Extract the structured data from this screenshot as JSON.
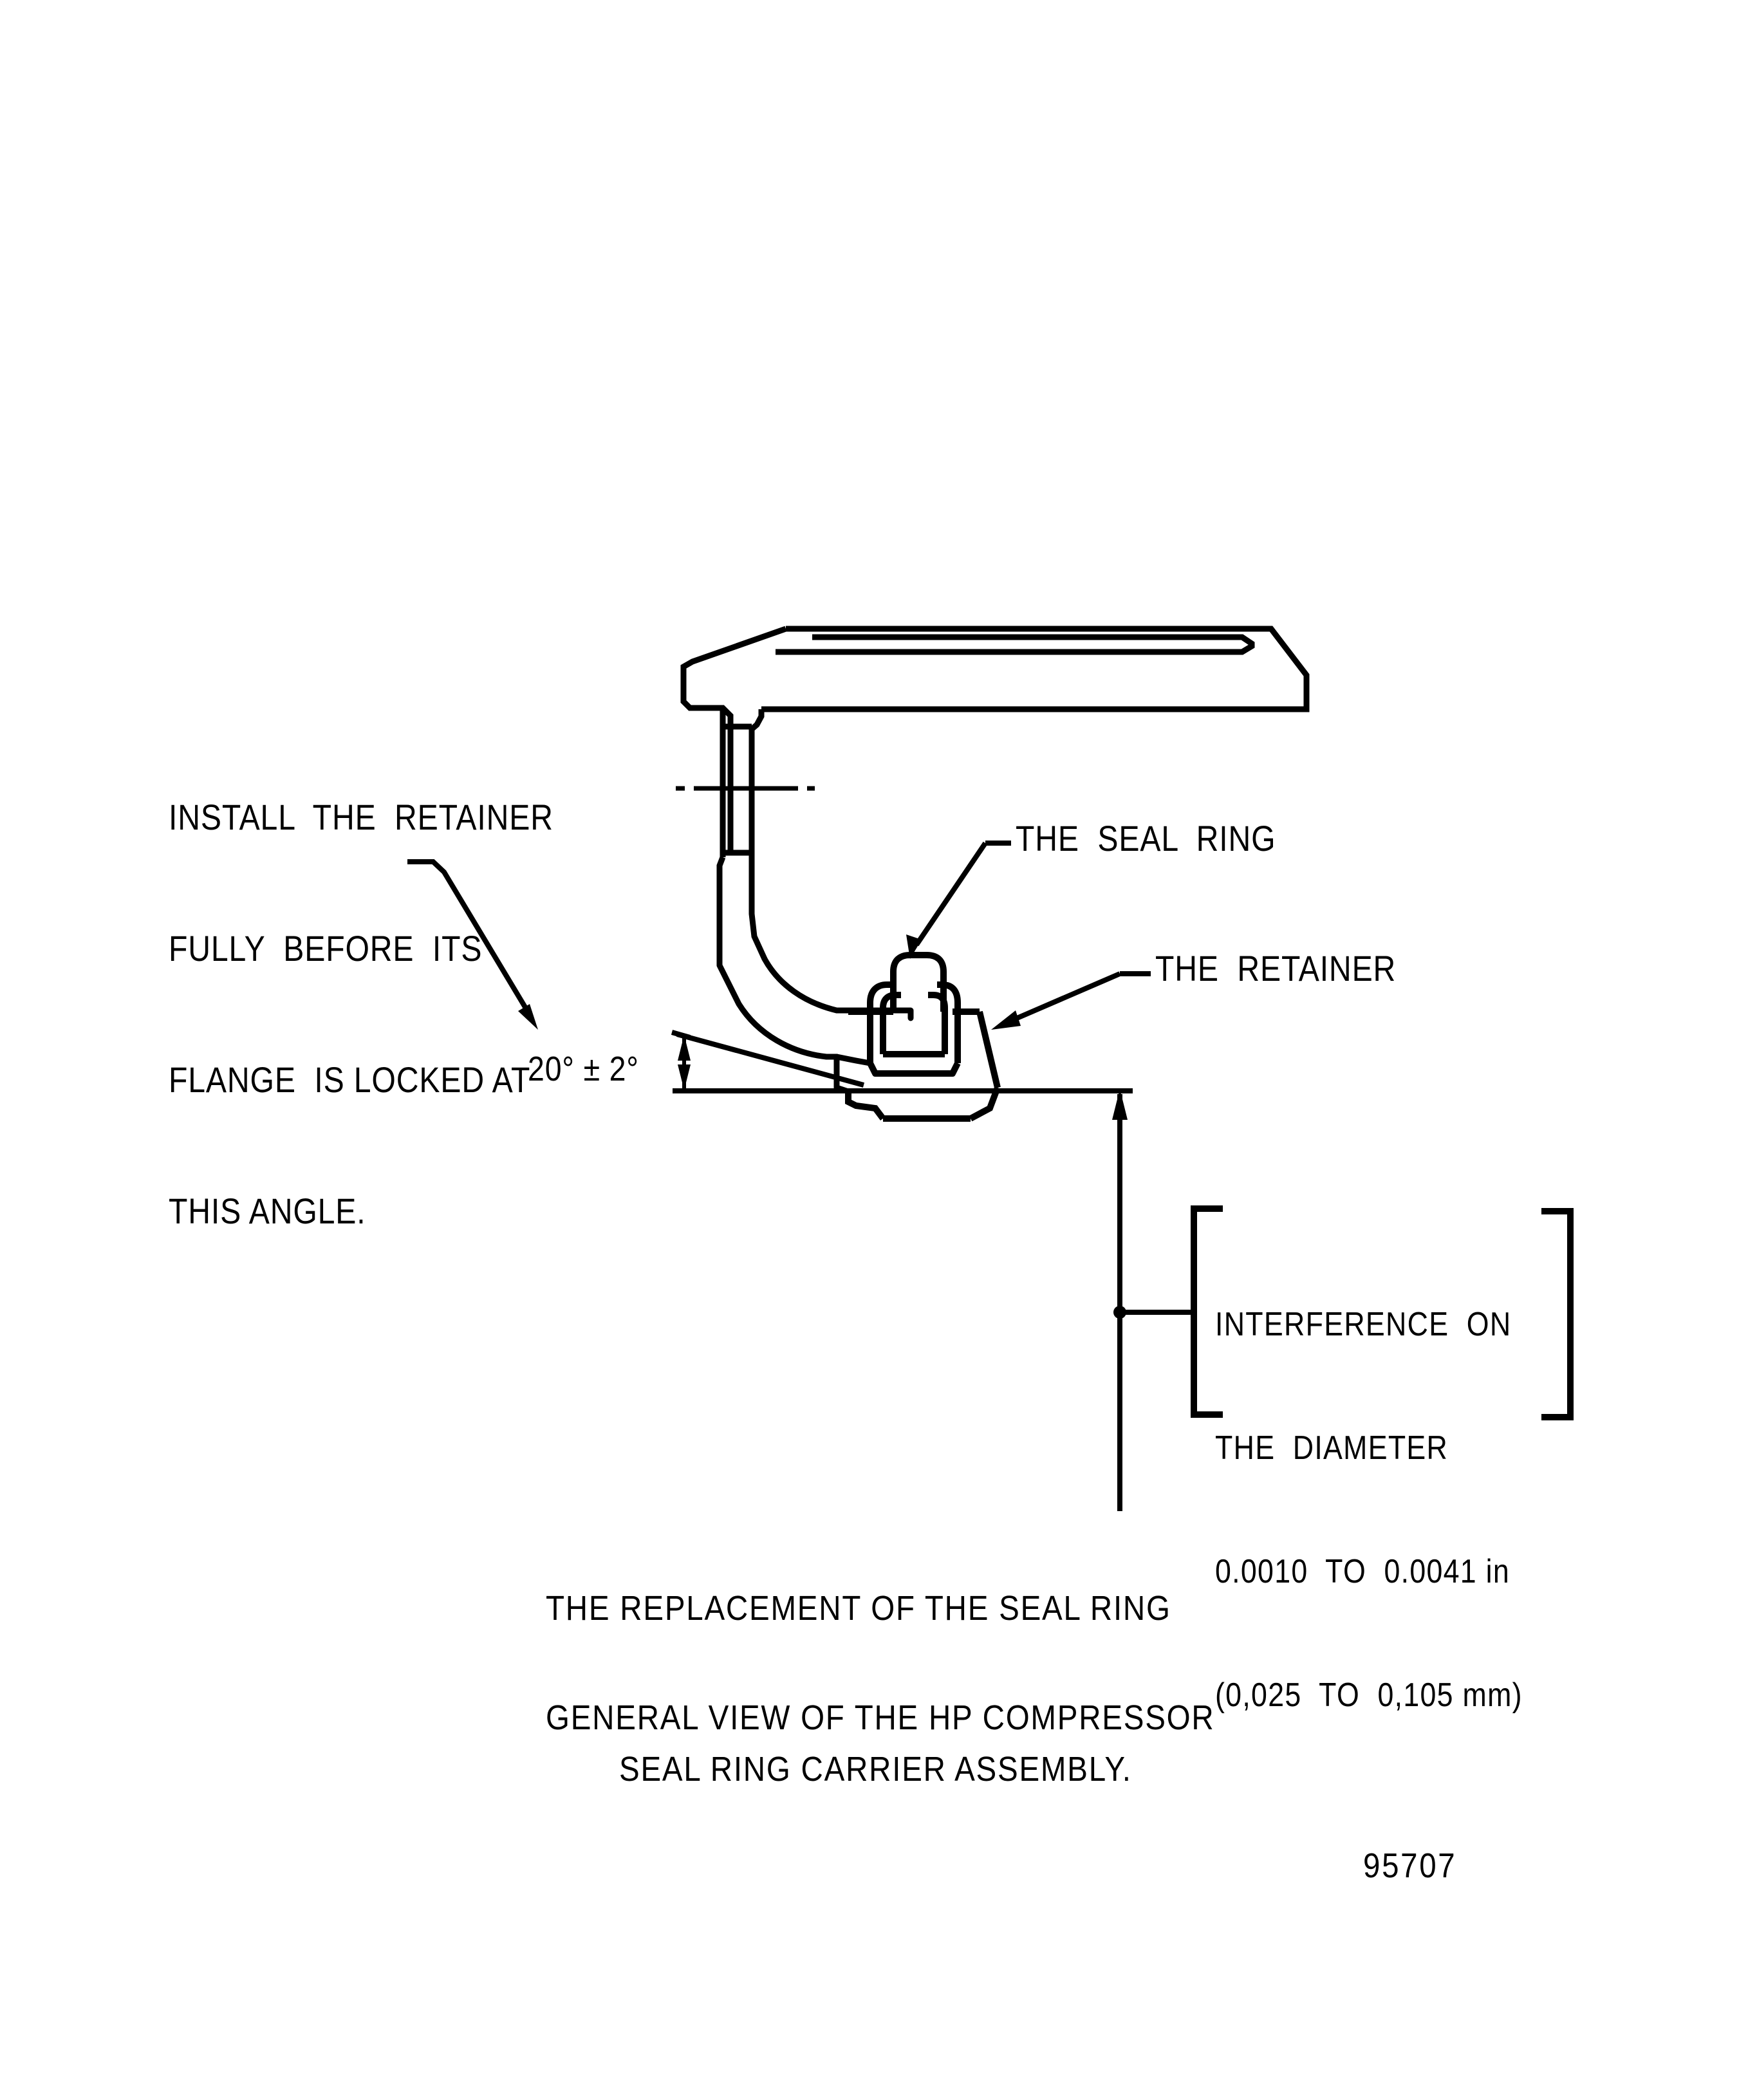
{
  "figure": {
    "title_line_1": "THE REPLACEMENT OF THE SEAL RING",
    "subtitle_line_1": "GENERAL VIEW OF THE HP COMPRESSOR",
    "subtitle_line_2": "SEAL RING CARRIER ASSEMBLY.",
    "figure_number": "95707",
    "ink_color": "#000000",
    "background_color": "#ffffff"
  },
  "notes": {
    "install_note": {
      "line_1": "INSTALL  THE  RETAINER",
      "line_2": "FULLY  BEFORE  ITS",
      "line_3": "FLANGE  IS LOCKED AT",
      "line_4": "THIS ANGLE."
    },
    "interference_note": {
      "line_1": "INTERFERENCE  ON",
      "line_2": "THE  DIAMETER",
      "line_3": "0.0010  TO  0.0041 in",
      "line_4": "(0,025  TO  0,105 mm)"
    }
  },
  "callouts": {
    "seal_ring": "THE  SEAL  RING",
    "retainer": "THE  RETAINER"
  },
  "dimensions": {
    "angle": "20° ± 2°",
    "angle_value": 20,
    "angle_tolerance": 2,
    "interference_min_in": 0.001,
    "interference_max_in": 0.0041,
    "interference_min_mm": 0.025,
    "interference_max_mm": 0.105
  }
}
